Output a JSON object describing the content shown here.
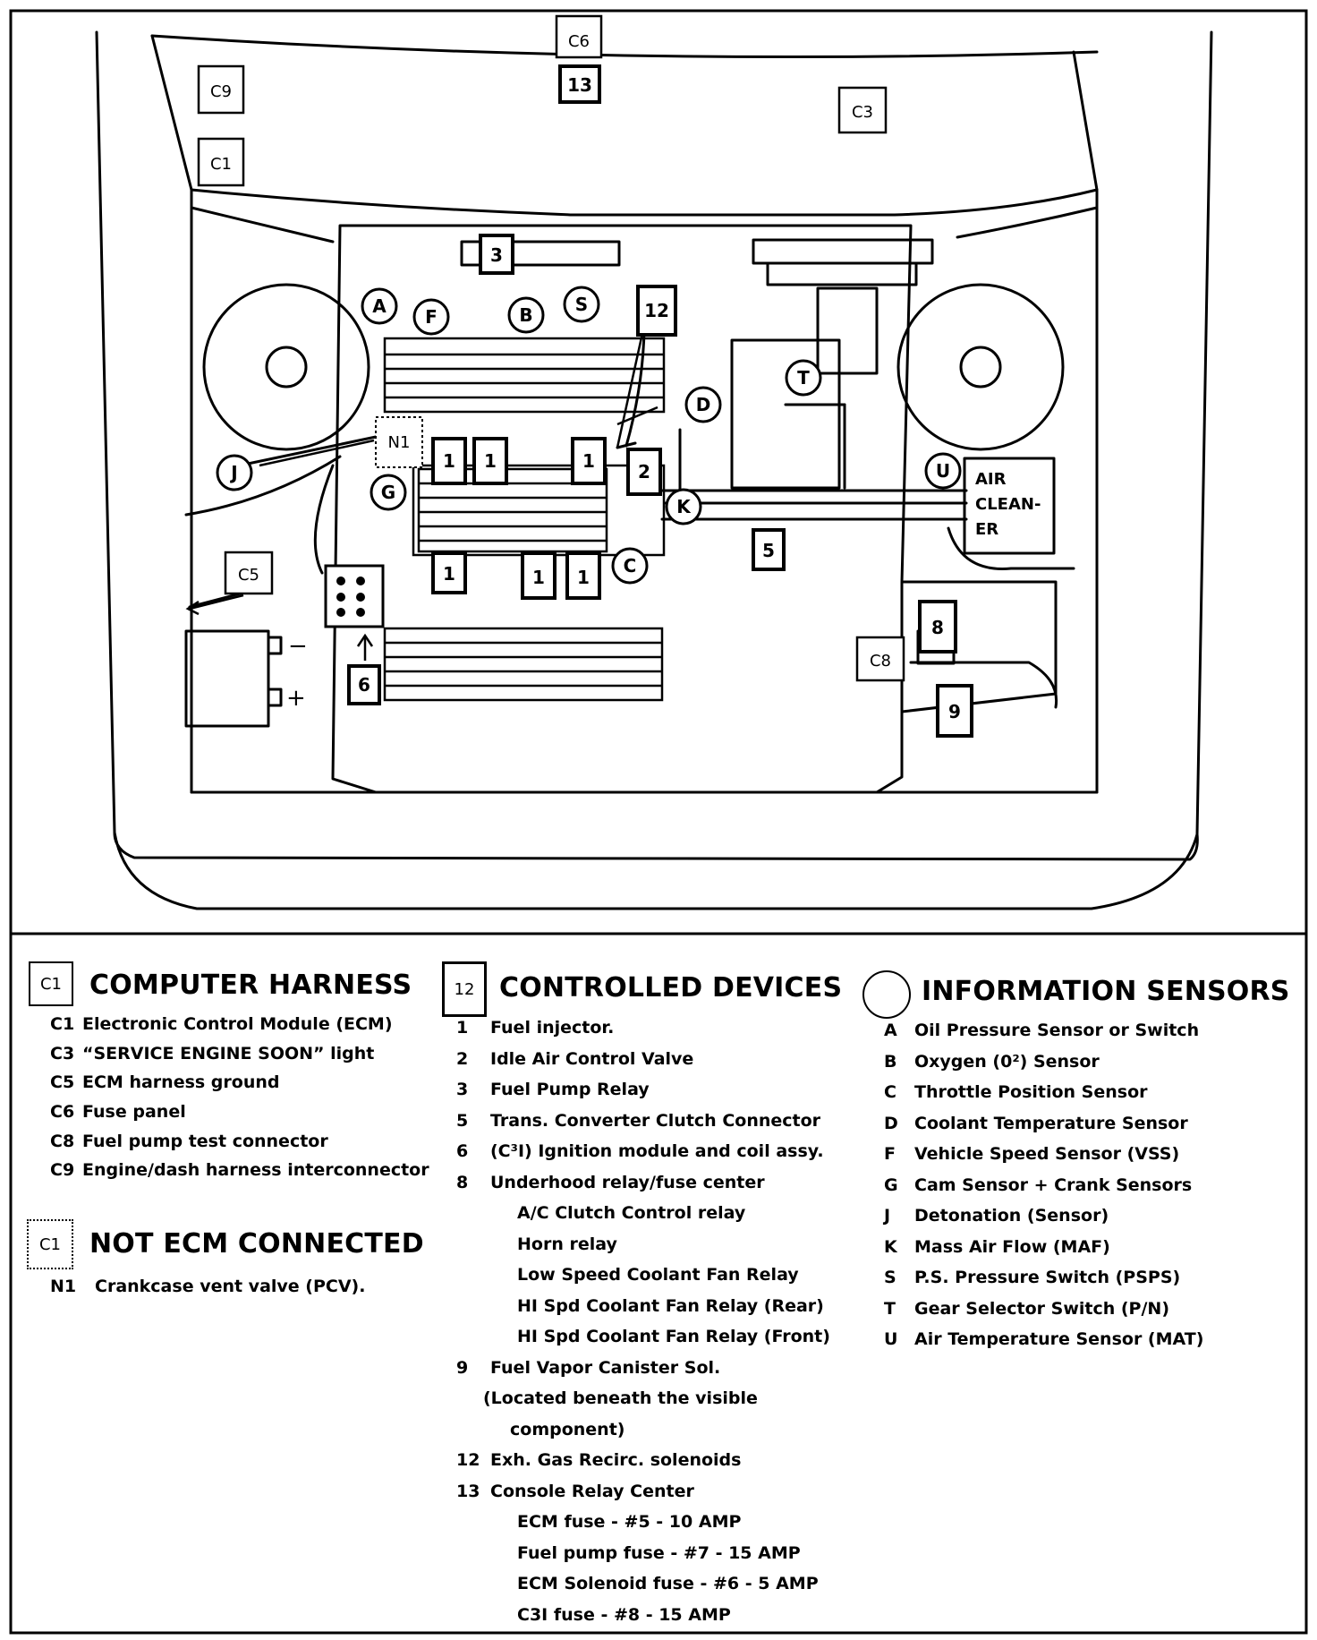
{
  "diagram": {
    "connector_boxes": {
      "c6": "C6",
      "c6_13": "13",
      "c9": "C9",
      "c3": "C3",
      "c1": "C1",
      "c5": "C5",
      "c8": "C8"
    },
    "device_boxes": {
      "d3": "3",
      "d12": "12",
      "d1a": "1",
      "d1b": "1",
      "d1c": "1",
      "d2": "2",
      "d1d": "1",
      "d1e": "1",
      "d1f": "1",
      "d5": "5",
      "d6": "6",
      "d8": "8",
      "d9": "9"
    },
    "sensors": {
      "a": "A",
      "f": "F",
      "b": "B",
      "s": "S",
      "d": "D",
      "t": "T",
      "j": "J",
      "g": "G",
      "u": "U",
      "k": "K",
      "c": "C"
    },
    "n1_label": "N1",
    "air_cleaner": [
      "AIR",
      "CLEAN-",
      "ER"
    ],
    "battery_minus": "−",
    "battery_plus": "+"
  },
  "legend": {
    "computer_harness": {
      "box_label": "C1",
      "title": "COMPUTER HARNESS",
      "items": [
        {
          "code": "C1",
          "text": "Electronic Control Module (ECM)"
        },
        {
          "code": "C3",
          "text": "“SERVICE ENGINE SOON” light"
        },
        {
          "code": "C5",
          "text": "ECM harness ground"
        },
        {
          "code": "C6",
          "text": "Fuse panel"
        },
        {
          "code": "C8",
          "text": "Fuel pump test connector"
        },
        {
          "code": "C9",
          "text": "Engine/dash harness interconnector"
        }
      ]
    },
    "not_ecm": {
      "box_label": "C1",
      "title": "NOT ECM CONNECTED",
      "items": [
        {
          "code": "N1",
          "text": "Crankcase vent valve (PCV)."
        }
      ]
    },
    "controlled_devices": {
      "box_label": "12",
      "title": "CONTROLLED DEVICES",
      "items": [
        {
          "code": "1",
          "text": "Fuel injector."
        },
        {
          "code": "2",
          "text": "Idle Air Control Valve"
        },
        {
          "code": "3",
          "text": "Fuel Pump Relay"
        },
        {
          "code": "5",
          "text": "Trans. Converter Clutch Connector"
        },
        {
          "code": "6",
          "text": "(C³I) Ignition module and coil assy."
        },
        {
          "code": "8",
          "text": "Underhood relay/fuse center"
        },
        {
          "code": "",
          "text": "A/C Clutch Control relay",
          "sub": true
        },
        {
          "code": "",
          "text": "Horn relay",
          "sub": true
        },
        {
          "code": "",
          "text": "Low Speed Coolant Fan Relay",
          "sub": true
        },
        {
          "code": "",
          "text": "HI Spd Coolant Fan Relay (Rear)",
          "sub": true
        },
        {
          "code": "",
          "text": "HI Spd Coolant Fan Relay (Front)",
          "sub": true
        },
        {
          "code": "9",
          "text": "Fuel Vapor Canister Sol."
        },
        {
          "code": "",
          "text": "(Located beneath the visible",
          "cont": true
        },
        {
          "code": "",
          "text": "component)",
          "cont2": true
        },
        {
          "code": "12",
          "text": "Exh. Gas Recirc. solenoids"
        },
        {
          "code": "13",
          "text": "Console Relay Center"
        },
        {
          "code": "",
          "text": "ECM fuse - #5 - 10 AMP",
          "sub": true
        },
        {
          "code": "",
          "text": "Fuel pump fuse - #7 - 15 AMP",
          "sub": true
        },
        {
          "code": "",
          "text": "ECM Solenoid fuse - #6 - 5 AMP",
          "sub": true
        },
        {
          "code": "",
          "text": "C3I fuse - #8 - 15 AMP",
          "sub": true
        }
      ]
    },
    "information_sensors": {
      "title": "INFORMATION SENSORS",
      "items": [
        {
          "code": "A",
          "text": "Oil Pressure Sensor or Switch"
        },
        {
          "code": "B",
          "text": "Oxygen (0²) Sensor"
        },
        {
          "code": "C",
          "text": "Throttle Position Sensor"
        },
        {
          "code": "D",
          "text": "Coolant Temperature Sensor"
        },
        {
          "code": "F",
          "text": "Vehicle Speed Sensor (VSS)"
        },
        {
          "code": "G",
          "text": "Cam Sensor + Crank Sensors"
        },
        {
          "code": "J",
          "text": "Detonation (Sensor)"
        },
        {
          "code": "K",
          "text": "Mass Air Flow (MAF)"
        },
        {
          "code": "S",
          "text": "P.S. Pressure Switch (PSPS)"
        },
        {
          "code": "T",
          "text": "Gear Selector Switch (P/N)"
        },
        {
          "code": "U",
          "text": "Air Temperature Sensor (MAT)"
        }
      ]
    }
  }
}
